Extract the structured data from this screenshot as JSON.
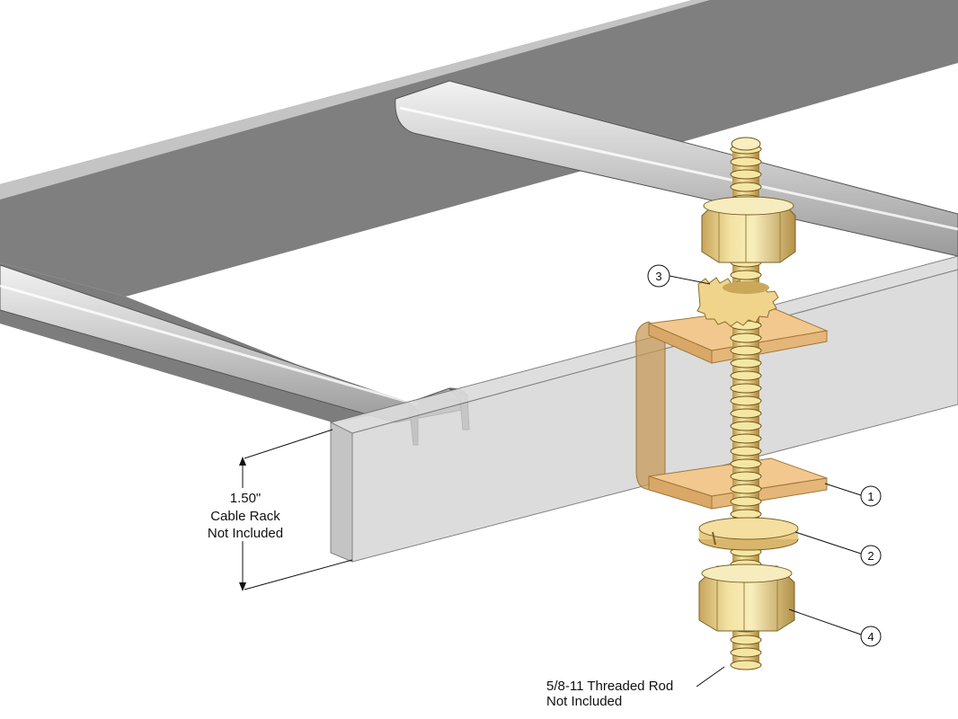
{
  "dimension": {
    "value": "1.50\"",
    "line1": "Cable Rack",
    "line2": "Not Included"
  },
  "rod_label": {
    "line1": "5/8-11 Threaded Rod",
    "line2": "Not Included"
  },
  "callouts": [
    {
      "number": "1",
      "part": "square-washer"
    },
    {
      "number": "2",
      "part": "lock-washer"
    },
    {
      "number": "3",
      "part": "star-washer"
    },
    {
      "number": "4",
      "part": "hex-nut"
    }
  ],
  "colors": {
    "rail_dark": "#808080",
    "rail_top": "#bdbdbd",
    "rail_light": "#e6e6e6",
    "transparent_channel": "#c8c8c8",
    "brass": "#e8d08a",
    "brass_dark": "#c9a85a",
    "bronze_clip": "#e8b878"
  }
}
